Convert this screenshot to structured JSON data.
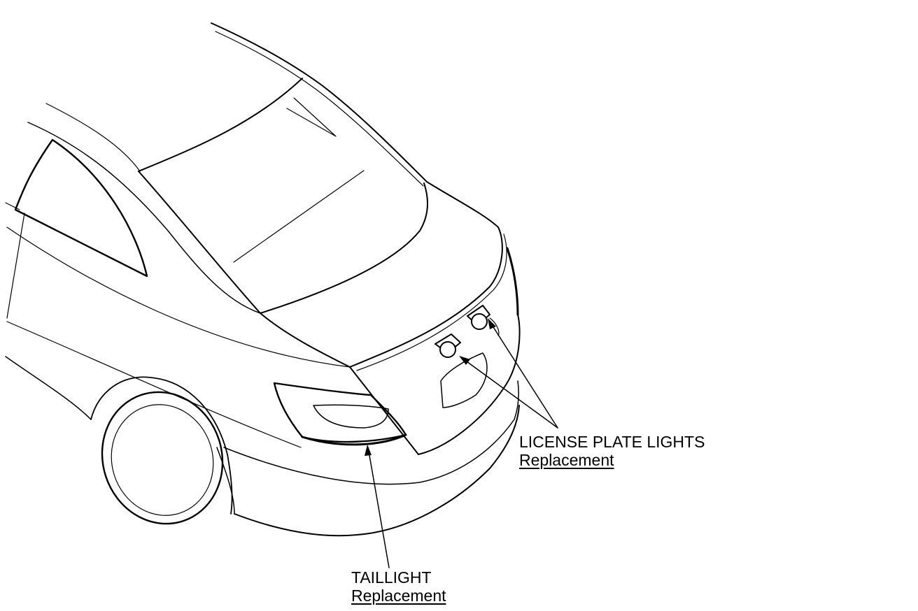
{
  "callouts": {
    "license_plate_lights": {
      "title": "LICENSE PLATE LIGHTS",
      "link": "Replacement"
    },
    "taillight": {
      "title": "TAILLIGHT",
      "link": "Replacement"
    }
  }
}
